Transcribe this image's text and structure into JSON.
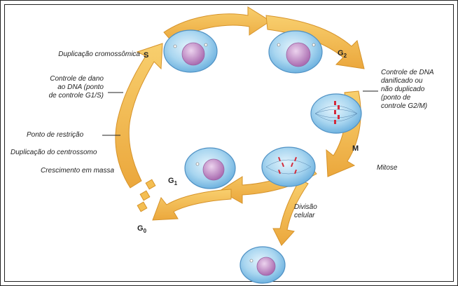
{
  "colors": {
    "arrow_fill": "#f4be52",
    "arrow_stroke": "#d6932a",
    "cell_fill": "#a9d6f0",
    "cell_stroke": "#4f91c4",
    "nucleus_fill": "#c48fc6",
    "chromosome": "#d32a3b",
    "text": "#222222"
  },
  "labels": {
    "dup_cromossomica": "Duplicação cromossômica",
    "controle_dano_1": "Controle de dano",
    "controle_dano_2": "ao DNA (ponto",
    "controle_dano_3": "de controle G1/S)",
    "ponto_restricao": "Ponto de restrição",
    "dup_centrossomo": "Duplicação do centrossomo",
    "crescimento": "Crescimento em massa",
    "controle_dna_1": "Controle de DNA",
    "controle_dna_2": "danificado ou",
    "controle_dna_3": "não duplicado",
    "controle_dna_4": "(ponto de",
    "controle_dna_5": "controle G2/M)",
    "mitose": "Mitose",
    "divisao_1": "Divisão",
    "divisao_2": "celular"
  },
  "phases": {
    "s": "S",
    "g2_letter": "G",
    "g2_sub": "2",
    "m": "M",
    "g1_letter": "G",
    "g1_sub": "1",
    "g0_letter": "G",
    "g0_sub": "0"
  }
}
